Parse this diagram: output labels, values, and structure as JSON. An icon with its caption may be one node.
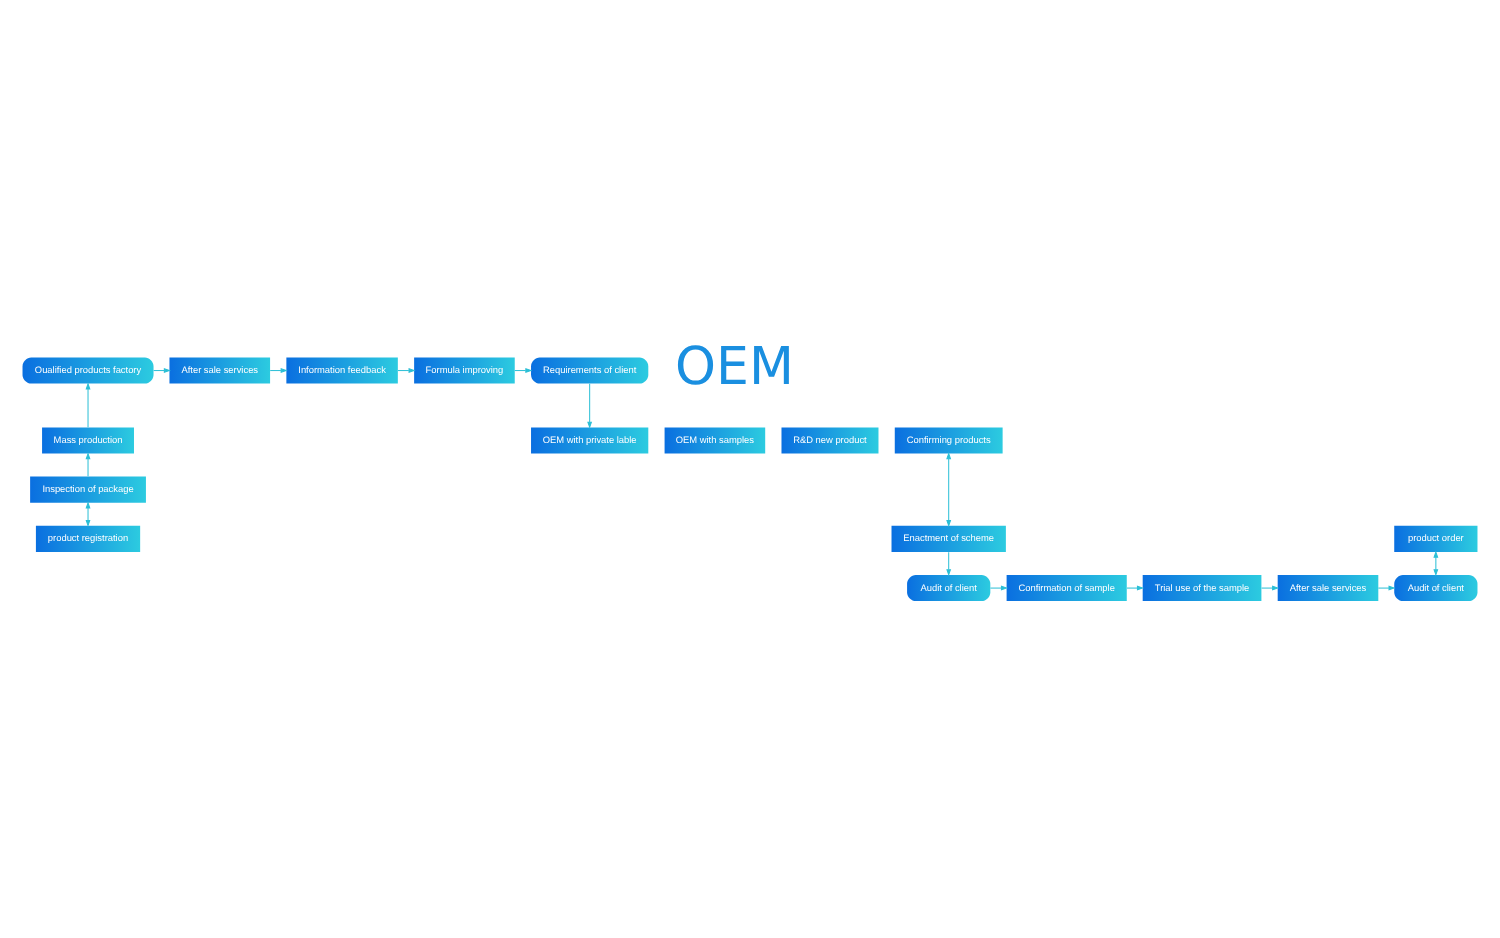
{
  "diagram": {
    "nodes": [
      {
        "text": [
          "Requirements of client"
        ]
      },
      {
        "text": [
          "Formula improving"
        ]
      },
      {
        "text": [
          "Information feedback"
        ]
      },
      {
        "text": [
          "After sale services"
        ]
      },
      {
        "text": [
          "Oualified products factory"
        ]
      },
      {
        "text": [
          "OEM with private lable"
        ]
      },
      {
        "text": [
          "OEM with samples"
        ]
      },
      {
        "text": [
          "R&D new product"
        ]
      },
      {
        "text": [
          "Confirming products"
        ]
      },
      {
        "text": [
          "Mass production"
        ]
      },
      {
        "text": [
          "Inspection of package"
        ]
      },
      {
        "text": [
          "product registration"
        ]
      },
      {
        "text": [
          "product order"
        ]
      },
      {
        "text": [
          "Enactment of scheme"
        ]
      },
      {
        "text": [
          "Audit of client"
        ]
      },
      {
        "text": [
          "Confirmation of sample"
        ]
      },
      {
        "text": [
          "Trial use of the sample"
        ]
      },
      {
        "text": [
          "After sale services"
        ]
      },
      {
        "text": [
          "Audit of client"
        ]
      }
    ],
    "edges": [
      {
        "from": 4,
        "to": 3,
        "arrow": "to"
      },
      {
        "from": 3,
        "to": 2,
        "arrow": "to"
      },
      {
        "from": 2,
        "to": 1,
        "arrow": "to"
      },
      {
        "from": 1,
        "to": 0,
        "arrow": "to"
      },
      {
        "from": 0,
        "to": 5,
        "arrow": "to"
      },
      {
        "from": 13,
        "to": 8,
        "arrow": "both"
      },
      {
        "from": 13,
        "to": 14,
        "arrow": "to"
      },
      {
        "from": 14,
        "to": 15,
        "arrow": "to"
      },
      {
        "from": 15,
        "to": 16,
        "arrow": "to"
      },
      {
        "from": 16,
        "to": 17,
        "arrow": "to"
      },
      {
        "from": 17,
        "to": 18,
        "arrow": "to"
      },
      {
        "from": 18,
        "to": 12,
        "arrow": "both"
      },
      {
        "from": 11,
        "to": 10,
        "arrow": "both"
      },
      {
        "from": 10,
        "to": 9,
        "arrow": "to"
      },
      {
        "from": 9,
        "to": 4,
        "arrow": "to"
      }
    ],
    "labels": [
      "OEM"
    ]
  }
}
